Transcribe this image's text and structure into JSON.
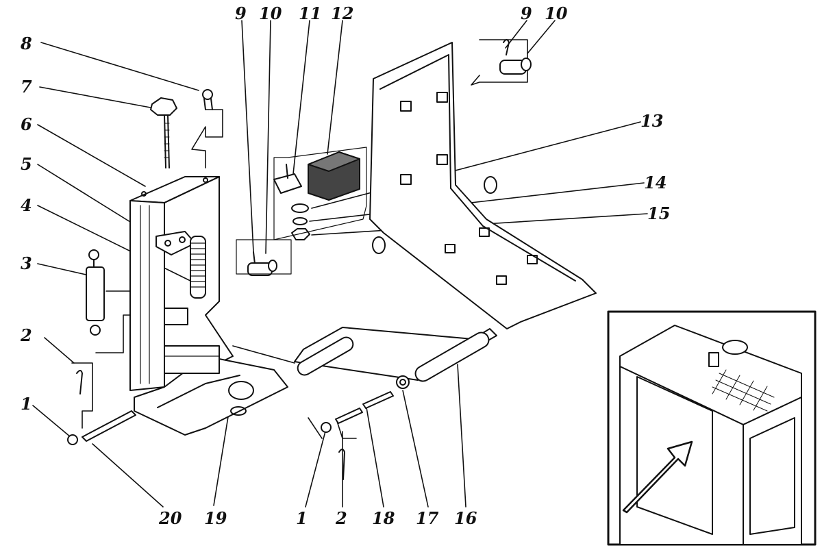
{
  "callouts": {
    "c1_left": "1",
    "c2_left": "2",
    "c3": "3",
    "c4": "4",
    "c5": "5",
    "c6": "6",
    "c7": "7",
    "c8": "8",
    "c9_mid": "9",
    "c10_mid": "10",
    "c11": "11",
    "c12": "12",
    "c9_right": "9",
    "c10_right": "10",
    "c13": "13",
    "c14": "14",
    "c15": "15",
    "c20": "20",
    "c19": "19",
    "c1_bottom": "1",
    "c2_bottom": "2",
    "c18": "18",
    "c17": "17",
    "c16": "16"
  },
  "colors": {
    "ink": "#111111",
    "paper": "#ffffff",
    "shade": "#555555"
  }
}
